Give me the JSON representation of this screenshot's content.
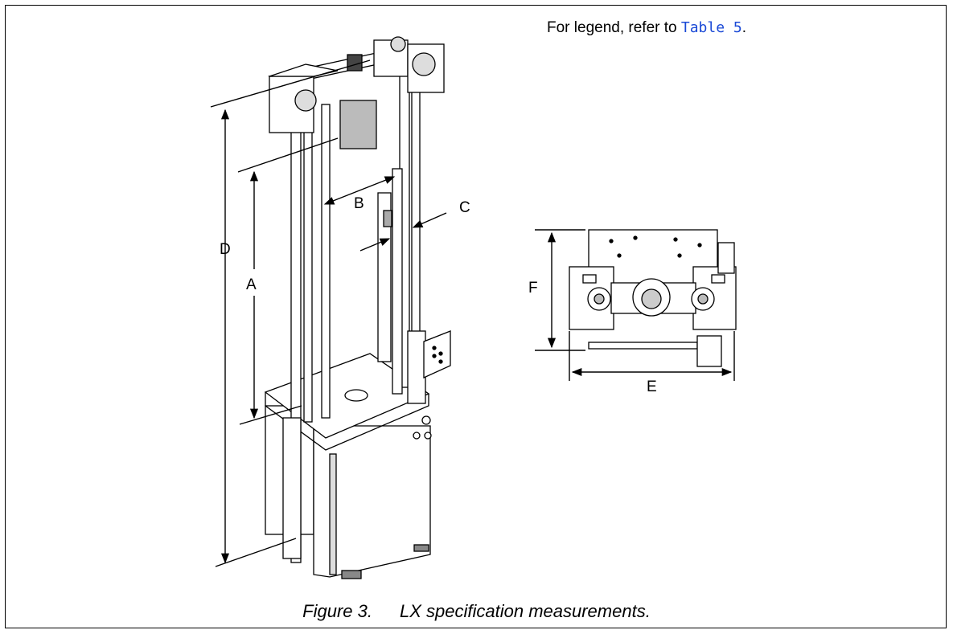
{
  "legend_note": {
    "prefix": "For legend, refer to ",
    "link": "Table 5",
    "suffix": "."
  },
  "labels": {
    "A": "A",
    "B": "B",
    "C": "C",
    "D": "D",
    "E": "E",
    "F": "F"
  },
  "caption": {
    "number": "Figure 3.",
    "title": "LX specification measurements."
  }
}
